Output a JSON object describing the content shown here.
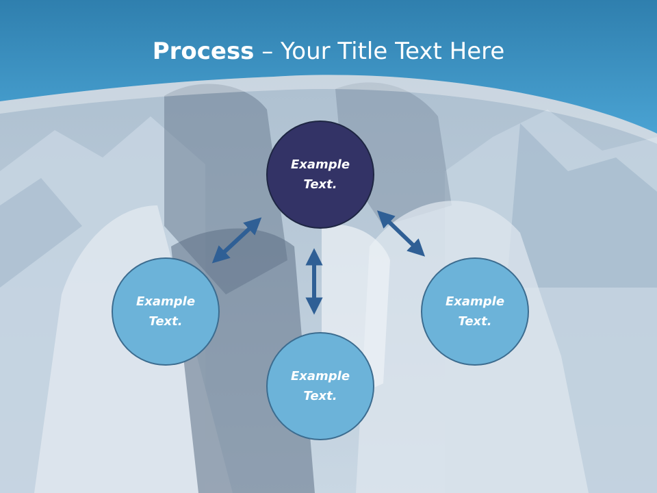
{
  "slide": {
    "title_bold": "Process",
    "title_rest": " – Your Title Text Here"
  },
  "nodes": {
    "center": {
      "line1": "Example",
      "line2": "Text."
    },
    "left": {
      "line1": "Example",
      "line2": "Text."
    },
    "right": {
      "line1": "Example",
      "line2": "Text."
    },
    "bottom": {
      "line1": "Example",
      "line2": "Text."
    }
  },
  "colors": {
    "header_blue": "#3f97c6",
    "center_fill": "#333366",
    "outer_fill": "#6cb3d9",
    "arrow": "#2f5f95"
  }
}
